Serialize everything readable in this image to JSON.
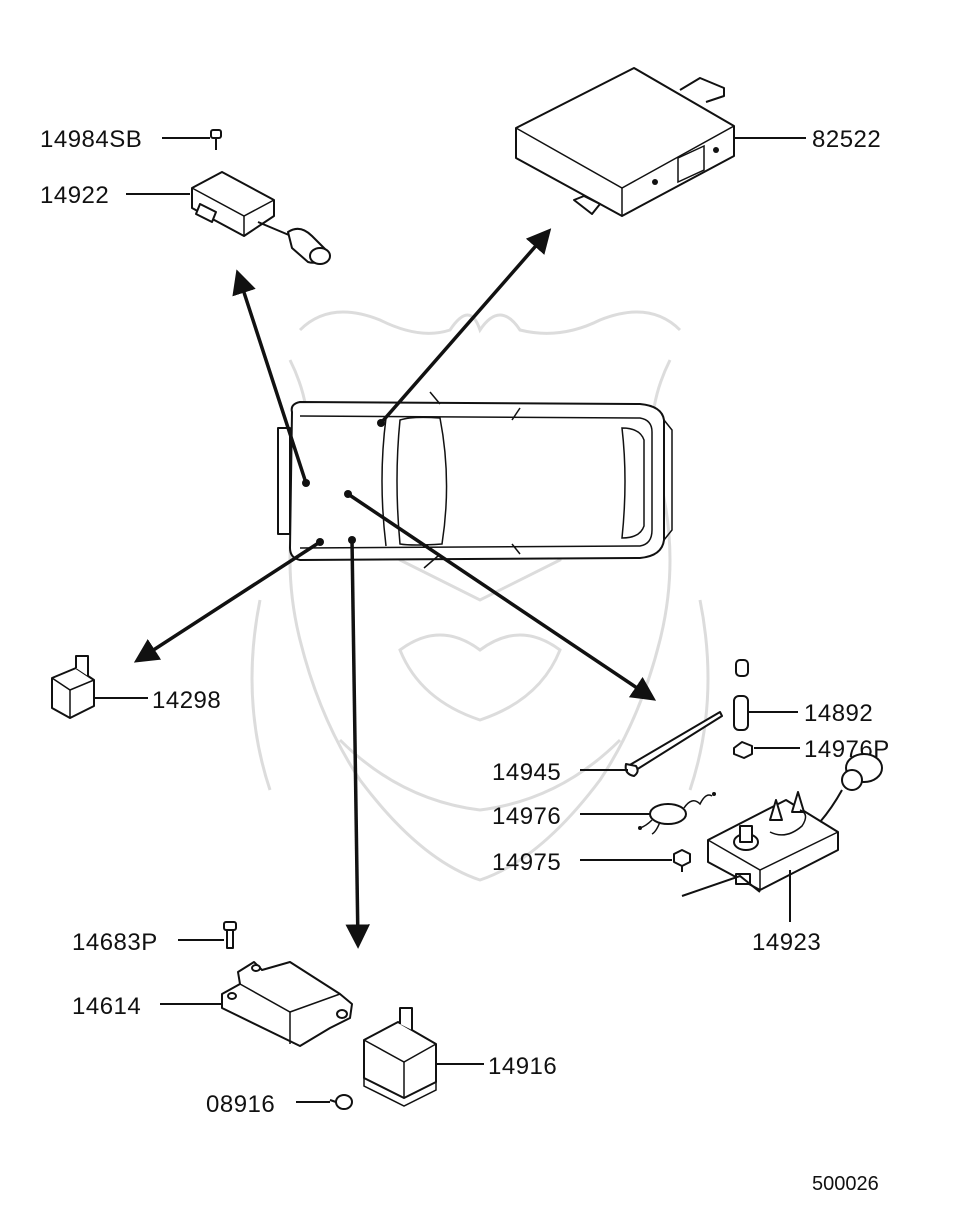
{
  "diagram": {
    "labels": {
      "p82522": "82522",
      "p14984SB": "14984SB",
      "p14922": "14922",
      "p14298": "14298",
      "p14892": "14892",
      "p14976P": "14976P",
      "p14945": "14945",
      "p14976": "14976",
      "p14975": "14975",
      "p14923": "14923",
      "p14683P": "14683P",
      "p14614": "14614",
      "p14916": "14916",
      "p08916": "08916"
    },
    "figure_number": "500026"
  }
}
